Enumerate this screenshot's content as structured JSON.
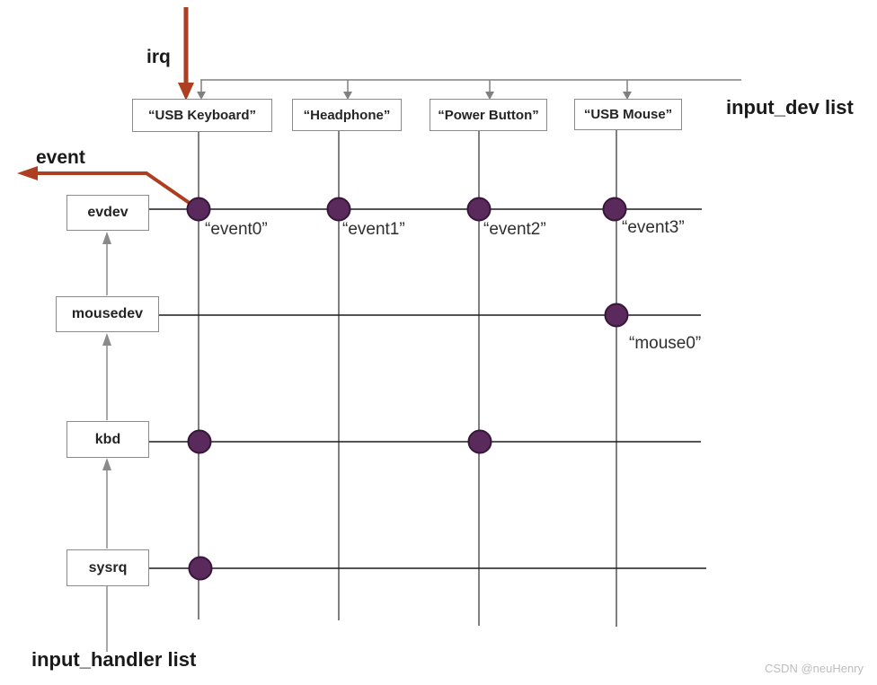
{
  "diagram": {
    "labels": {
      "irq": "irq",
      "event": "event",
      "input_dev_list": "input_dev list",
      "input_handler_list": "input_handler list"
    },
    "devices": [
      {
        "label": "“USB Keyboard”"
      },
      {
        "label": "“Headphone”"
      },
      {
        "label": "“Power Button”"
      },
      {
        "label": "“USB Mouse”"
      }
    ],
    "handlers": [
      {
        "label": "evdev"
      },
      {
        "label": "mousedev"
      },
      {
        "label": "kbd"
      },
      {
        "label": "sysrq"
      }
    ],
    "event_nodes": [
      {
        "label": "“event0”"
      },
      {
        "label": "“event1”"
      },
      {
        "label": "“event2”"
      },
      {
        "label": "“event3”"
      },
      {
        "label": "“mouse0”"
      }
    ],
    "connections": [
      {
        "device": "USB Keyboard",
        "handler": "evdev",
        "node": "event0"
      },
      {
        "device": "Headphone",
        "handler": "evdev",
        "node": "event1"
      },
      {
        "device": "Power Button",
        "handler": "evdev",
        "node": "event2"
      },
      {
        "device": "USB Mouse",
        "handler": "evdev",
        "node": "event3"
      },
      {
        "device": "USB Mouse",
        "handler": "mousedev",
        "node": "mouse0"
      },
      {
        "device": "USB Keyboard",
        "handler": "kbd"
      },
      {
        "device": "Power Button",
        "handler": "kbd"
      },
      {
        "device": "USB Keyboard",
        "handler": "sysrq"
      }
    ],
    "watermark": "CSDN @neuHenry",
    "colors": {
      "arrow_red": "#ad3e21",
      "dot_fill": "#5a2a5c",
      "dot_stroke": "#371639",
      "row_line": "#1c1c1c",
      "col_line": "#565656",
      "spine_gray": "#808080",
      "handler_arrow": "#8a8a8a",
      "box_border": "#8a8a8a",
      "text_dark": "#242424",
      "watermark_gray": "#bdbdbd"
    }
  }
}
